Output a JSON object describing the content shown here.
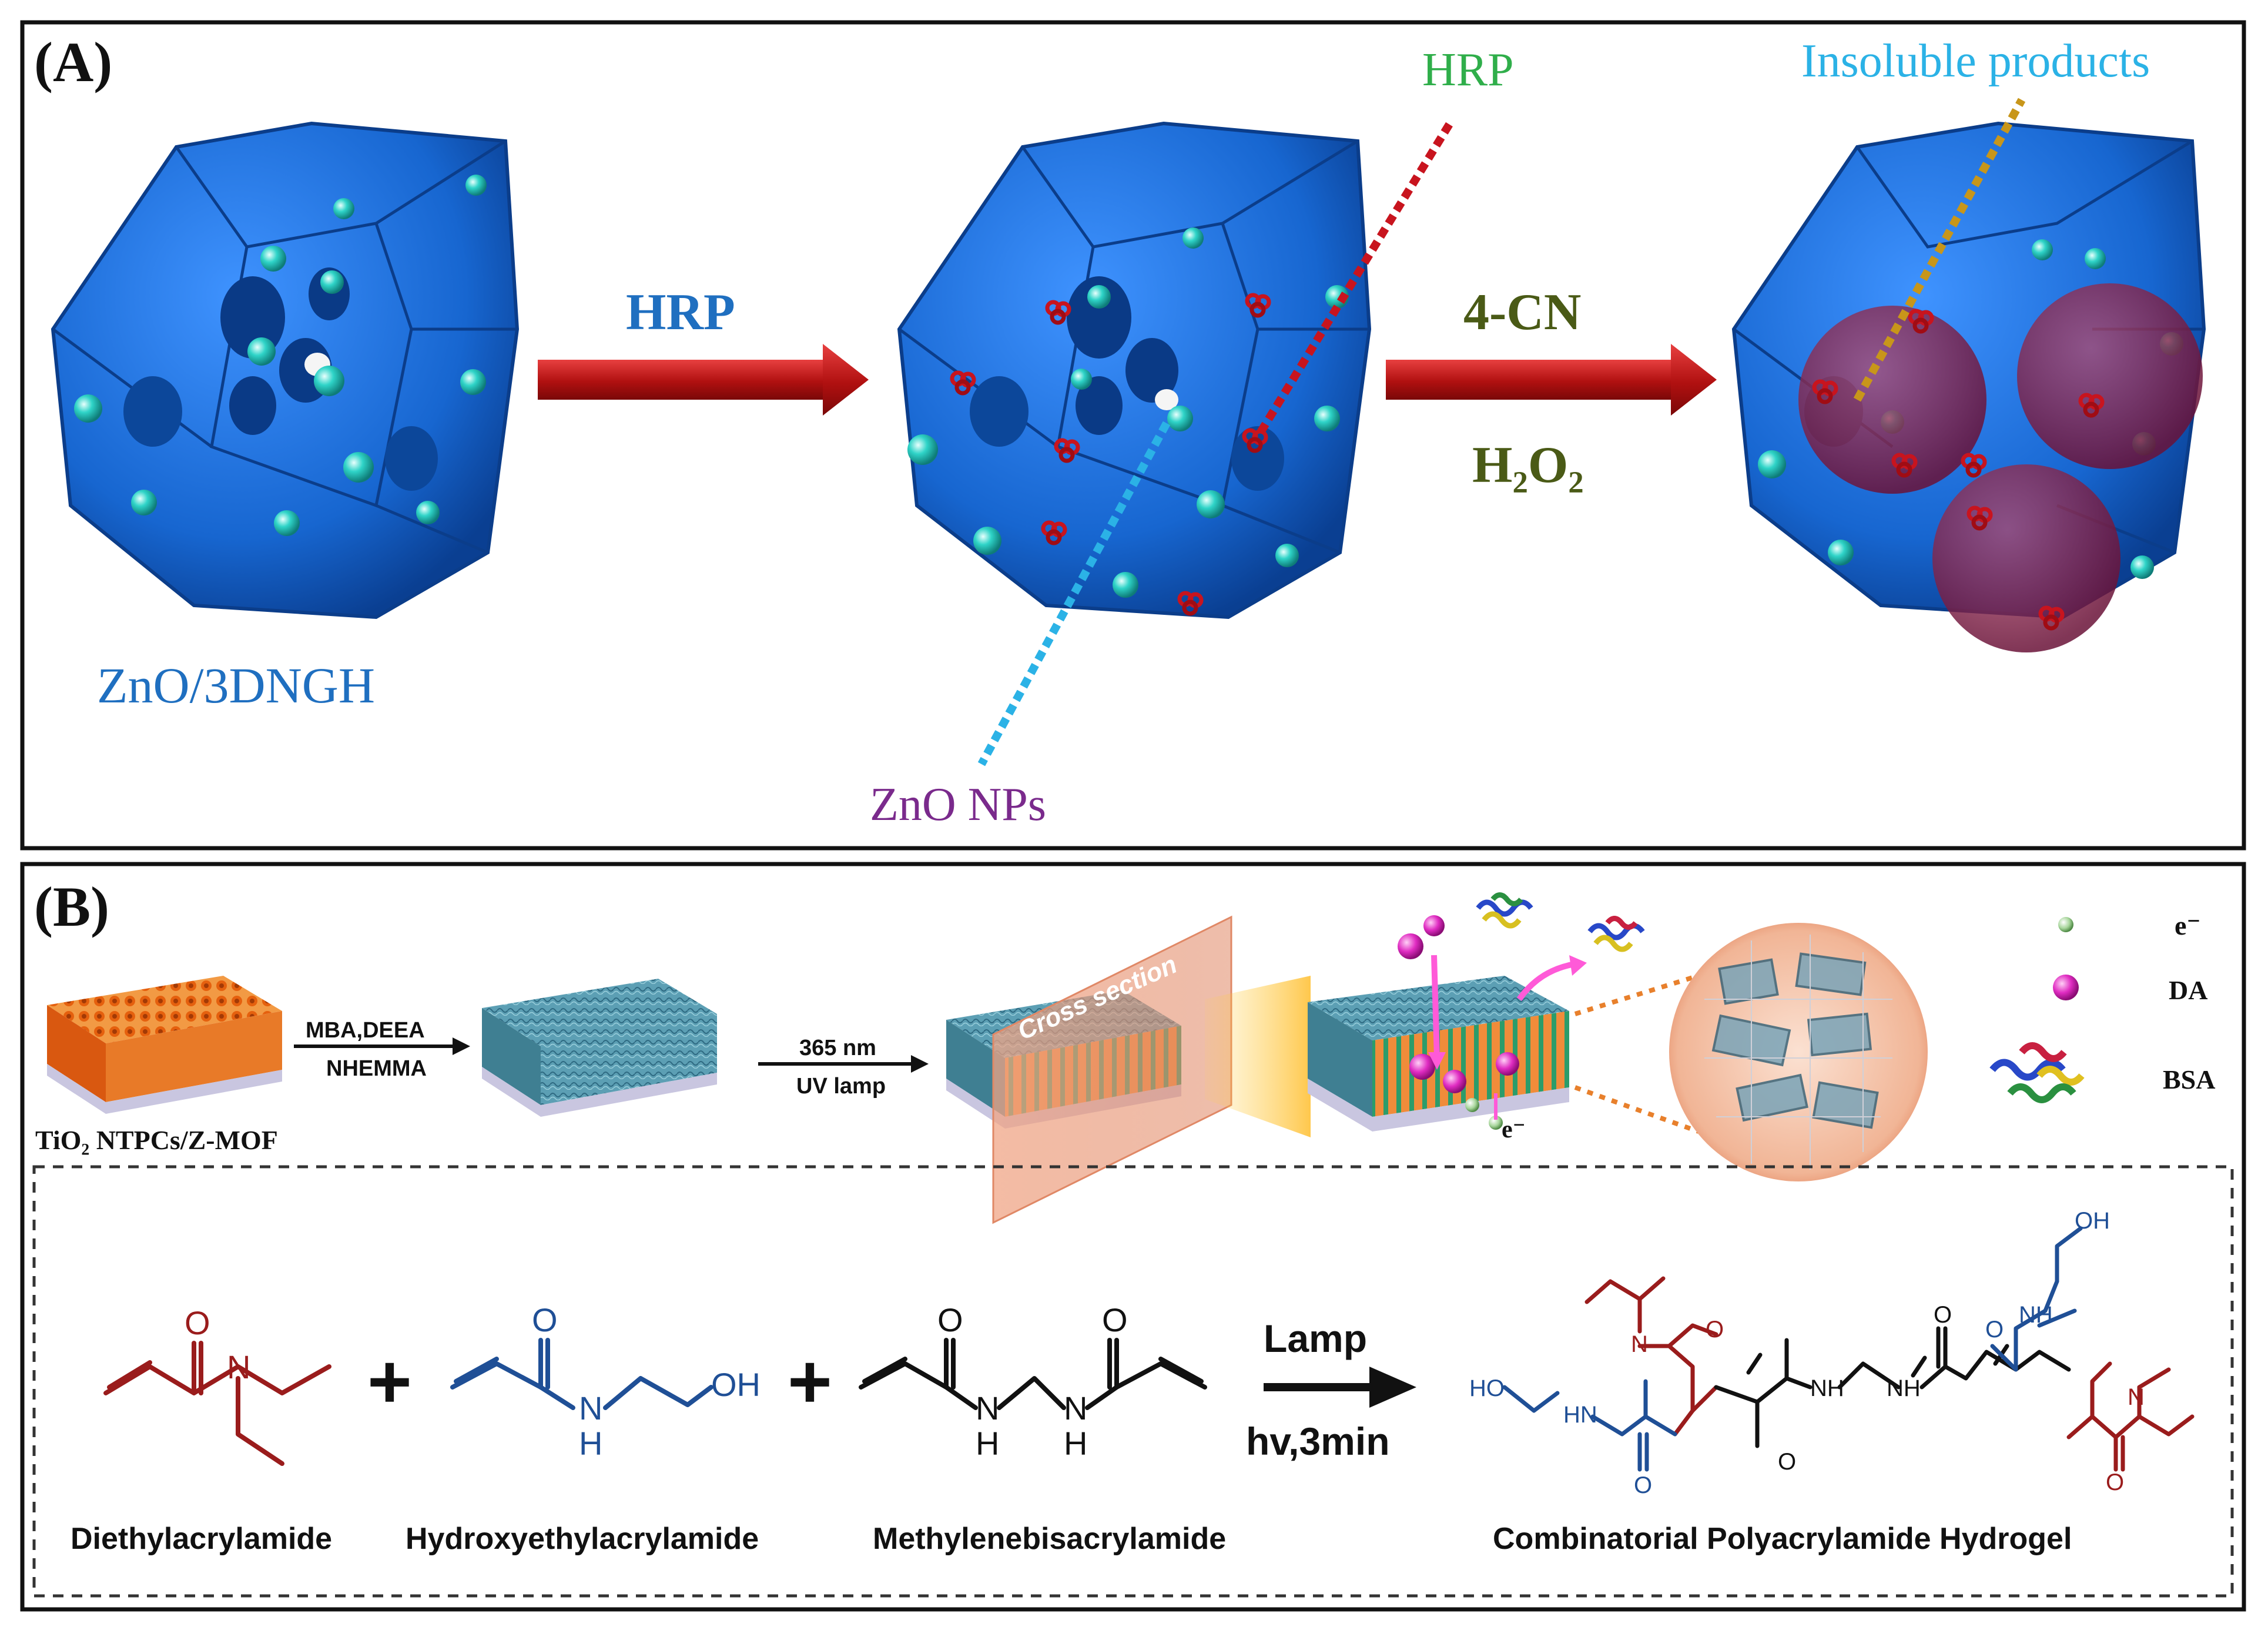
{
  "panel_a": {
    "label": "(A)",
    "material_label": "ZnO/3DNGH",
    "arrow1_label": "HRP",
    "arrow2_label_top": "4-CN",
    "arrow2_label_bottom": "H₂O₂",
    "callout_hrp": "HRP",
    "callout_zno": "ZnO NPs",
    "callout_products": "Insoluble products",
    "colors": {
      "framework": "#1f6fd6",
      "zno_particle": "#2fd4c8",
      "hrp": "#c8141e",
      "arrow": "#c8141e",
      "hrp_text": "#2fae4a",
      "zno_text": "#7a2a8c",
      "products_text": "#2bb2e6",
      "products_sphere": "#8a1e4a",
      "label_blue": "#1f6fc0",
      "label_olive": "#4a5a16"
    }
  },
  "panel_b": {
    "label": "(B)",
    "substrate_label": "TiO₂ NTPCs/Z-MOF",
    "step1_line1": "MBA,DEEA",
    "step1_line2": "NHEMMA",
    "step2_line1": "365 nm",
    "step2_line2": "UV lamp",
    "cross_section": "Cross section",
    "electron_symbol": "e⁻",
    "legend": [
      {
        "symbol": "electron-dot",
        "label": "e⁻"
      },
      {
        "symbol": "magenta-sphere",
        "label": "DA"
      },
      {
        "symbol": "protein-ribbon",
        "label": "BSA"
      }
    ],
    "reaction": {
      "plus": "+",
      "arrow_top": "Lamp",
      "arrow_bottom": "hv,3min",
      "monomers": [
        "Diethylacrylamide",
        "Hydroxyethylacrylamide",
        "Methylenebisacrylamide"
      ],
      "product": "Combinatorial Polyacrylamide Hydrogel",
      "atoms": {
        "O": "O",
        "N": "N",
        "H": "H",
        "OH": "OH",
        "HO": "HO",
        "NH": "NH",
        "HN": "HN"
      }
    },
    "colors": {
      "red_chain": "#9a1c1c",
      "blue_chain": "#1f4f96",
      "black_chain": "#111111",
      "orange_tubes": "#e86a16",
      "gel": "#5aa0b8"
    }
  }
}
